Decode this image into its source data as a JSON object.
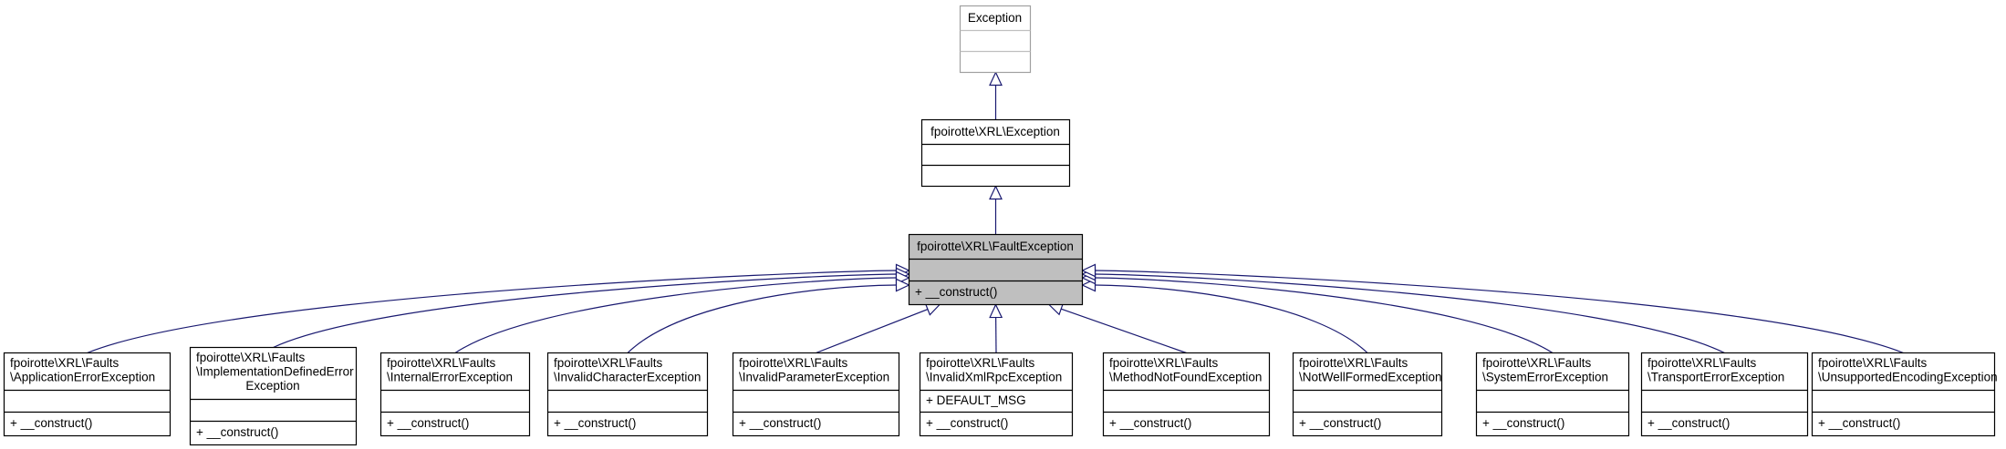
{
  "colors": {
    "edge": "#191970",
    "border": "#000000",
    "root_border": "#a0a0a0",
    "root_divider": "#bfbfbf",
    "focus_fill": "#bfbfbf",
    "fill": "#ffffff",
    "text": "#000000"
  },
  "root": {
    "name": [
      "Exception"
    ],
    "attributes": [],
    "operations": []
  },
  "parent": {
    "name": [
      "fpoirotte\\XRL\\Exception"
    ],
    "attributes": [],
    "operations": []
  },
  "focus": {
    "name": [
      "fpoirotte\\XRL\\FaultException"
    ],
    "attributes": [],
    "operations": [
      "+ __construct()"
    ]
  },
  "children": [
    {
      "name": [
        "fpoirotte\\XRL\\Faults",
        "\\ApplicationErrorException"
      ],
      "attributes": [],
      "operations": [
        "+ __construct()"
      ]
    },
    {
      "name": [
        "fpoirotte\\XRL\\Faults",
        "\\ImplementationDefinedError",
        "Exception"
      ],
      "attributes": [],
      "operations": [
        "+ __construct()"
      ]
    },
    {
      "name": [
        "fpoirotte\\XRL\\Faults",
        "\\InternalErrorException"
      ],
      "attributes": [],
      "operations": [
        "+ __construct()"
      ]
    },
    {
      "name": [
        "fpoirotte\\XRL\\Faults",
        "\\InvalidCharacterException"
      ],
      "attributes": [],
      "operations": [
        "+ __construct()"
      ]
    },
    {
      "name": [
        "fpoirotte\\XRL\\Faults",
        "\\InvalidParameterException"
      ],
      "attributes": [],
      "operations": [
        "+ __construct()"
      ]
    },
    {
      "name": [
        "fpoirotte\\XRL\\Faults",
        "\\InvalidXmlRpcException"
      ],
      "attributes": [
        "+ DEFAULT_MSG"
      ],
      "operations": [
        "+ __construct()"
      ]
    },
    {
      "name": [
        "fpoirotte\\XRL\\Faults",
        "\\MethodNotFoundException"
      ],
      "attributes": [],
      "operations": [
        "+ __construct()"
      ]
    },
    {
      "name": [
        "fpoirotte\\XRL\\Faults",
        "\\NotWellFormedException"
      ],
      "attributes": [],
      "operations": [
        "+ __construct()"
      ]
    },
    {
      "name": [
        "fpoirotte\\XRL\\Faults",
        "\\SystemErrorException"
      ],
      "attributes": [],
      "operations": [
        "+ __construct()"
      ]
    },
    {
      "name": [
        "fpoirotte\\XRL\\Faults",
        "\\TransportErrorException"
      ],
      "attributes": [],
      "operations": [
        "+ __construct()"
      ]
    },
    {
      "name": [
        "fpoirotte\\XRL\\Faults",
        "\\UnsupportedEncodingException"
      ],
      "attributes": [],
      "operations": [
        "+ __construct()"
      ]
    }
  ]
}
